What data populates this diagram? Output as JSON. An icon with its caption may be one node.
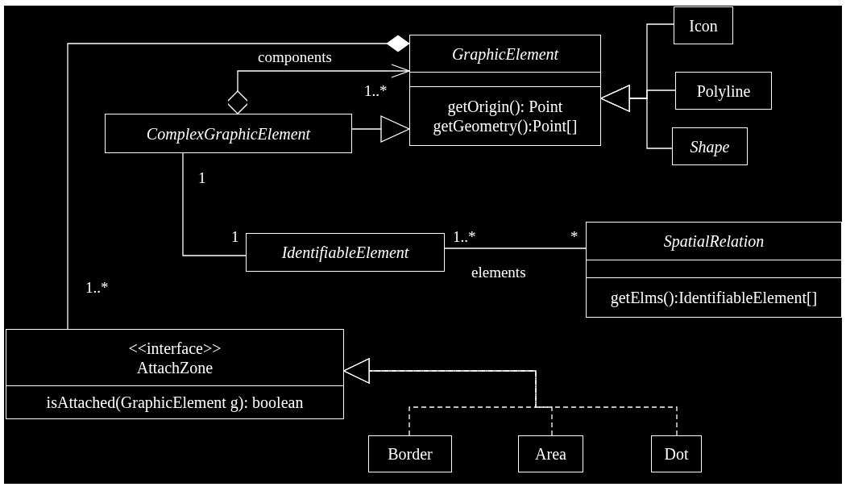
{
  "diagram": {
    "nodes": [
      {
        "text": [
          "GraphicElement",
          "getOrigin(): Point",
          "getGeometry():Point[]"
        ]
      },
      {
        "text": [
          "ComplexGraphicElement"
        ]
      },
      {
        "text": [
          "Icon"
        ]
      },
      {
        "text": [
          "Polyline"
        ]
      },
      {
        "text": [
          "Shape"
        ]
      },
      {
        "text": [
          "IdentifiableElement"
        ]
      },
      {
        "text": [
          "SpatialRelation",
          "getElms():IdentifiableElement[]"
        ]
      },
      {
        "text": [
          "<<interface>>",
          "AttachZone",
          "isAttached(GraphicElement g): boolean"
        ]
      },
      {
        "text": [
          "Border"
        ]
      },
      {
        "text": [
          "Area"
        ]
      },
      {
        "text": [
          "Dot"
        ]
      }
    ],
    "edges": [
      {
        "from": 7,
        "to": 0,
        "arrow": "other"
      },
      {
        "from": 1,
        "to": 0,
        "arrow": "to",
        "label": "components"
      },
      {
        "from": 1,
        "to": 0,
        "arrow": "to"
      },
      {
        "from": 2,
        "to": 0,
        "arrow": "to"
      },
      {
        "from": 3,
        "to": 0,
        "arrow": "to"
      },
      {
        "from": 4,
        "to": 0,
        "arrow": "to"
      },
      {
        "from": 1,
        "to": 5,
        "arrow": "none"
      },
      {
        "from": 5,
        "to": 6,
        "arrow": "none",
        "label": "elements"
      },
      {
        "from": 8,
        "to": 7,
        "arrow": "to",
        "style": "dashed"
      },
      {
        "from": 9,
        "to": 7,
        "arrow": "to",
        "style": "dashed"
      },
      {
        "from": 10,
        "to": 7,
        "arrow": "to",
        "style": "dashed"
      }
    ],
    "labels": [
      "1..*",
      "1",
      "1",
      "1..*",
      "*",
      "1..*"
    ]
  }
}
